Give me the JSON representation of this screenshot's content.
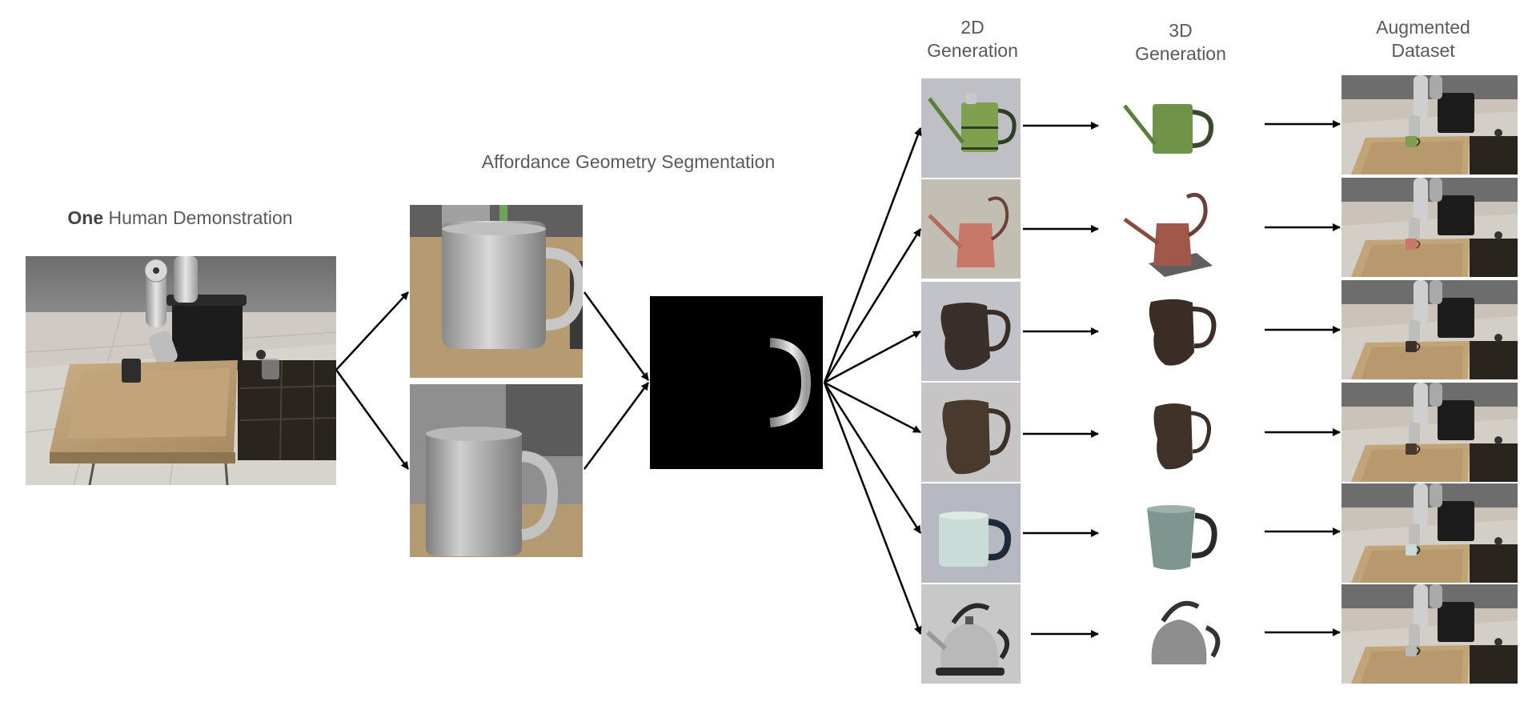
{
  "labels": {
    "demo_bold": "One",
    "demo_rest": " Human Demonstration",
    "segmentation": "Affordance Geometry Segmentation",
    "gen2d": [
      "2D",
      "Generation"
    ],
    "gen3d": [
      "3D",
      "Generation"
    ],
    "augmented": [
      "Augmented",
      "Dataset"
    ]
  },
  "objects": [
    {
      "name": "green-watering-can",
      "body": "#7fa14f",
      "dark": "#3f5a28",
      "handle": "#2f3f26"
    },
    {
      "name": "red-watering-can",
      "body": "#c8786a",
      "dark": "#7a3e32",
      "handle": "#6a4038"
    },
    {
      "name": "dark-pitcher-1",
      "body": "#3b3029",
      "dark": "#1f1914",
      "handle": "#3a2e26"
    },
    {
      "name": "dark-pitcher-2",
      "body": "#4a3a2e",
      "dark": "#26201a",
      "handle": "#3d3028"
    },
    {
      "name": "pale-blue-mug",
      "body": "#c9dcd8",
      "dark": "#7f9690",
      "handle": "#1e2a3a"
    },
    {
      "name": "silver-kettle",
      "body": "#b9b9b9",
      "dark": "#6e6e6e",
      "handle": "#2a2a2a"
    }
  ]
}
